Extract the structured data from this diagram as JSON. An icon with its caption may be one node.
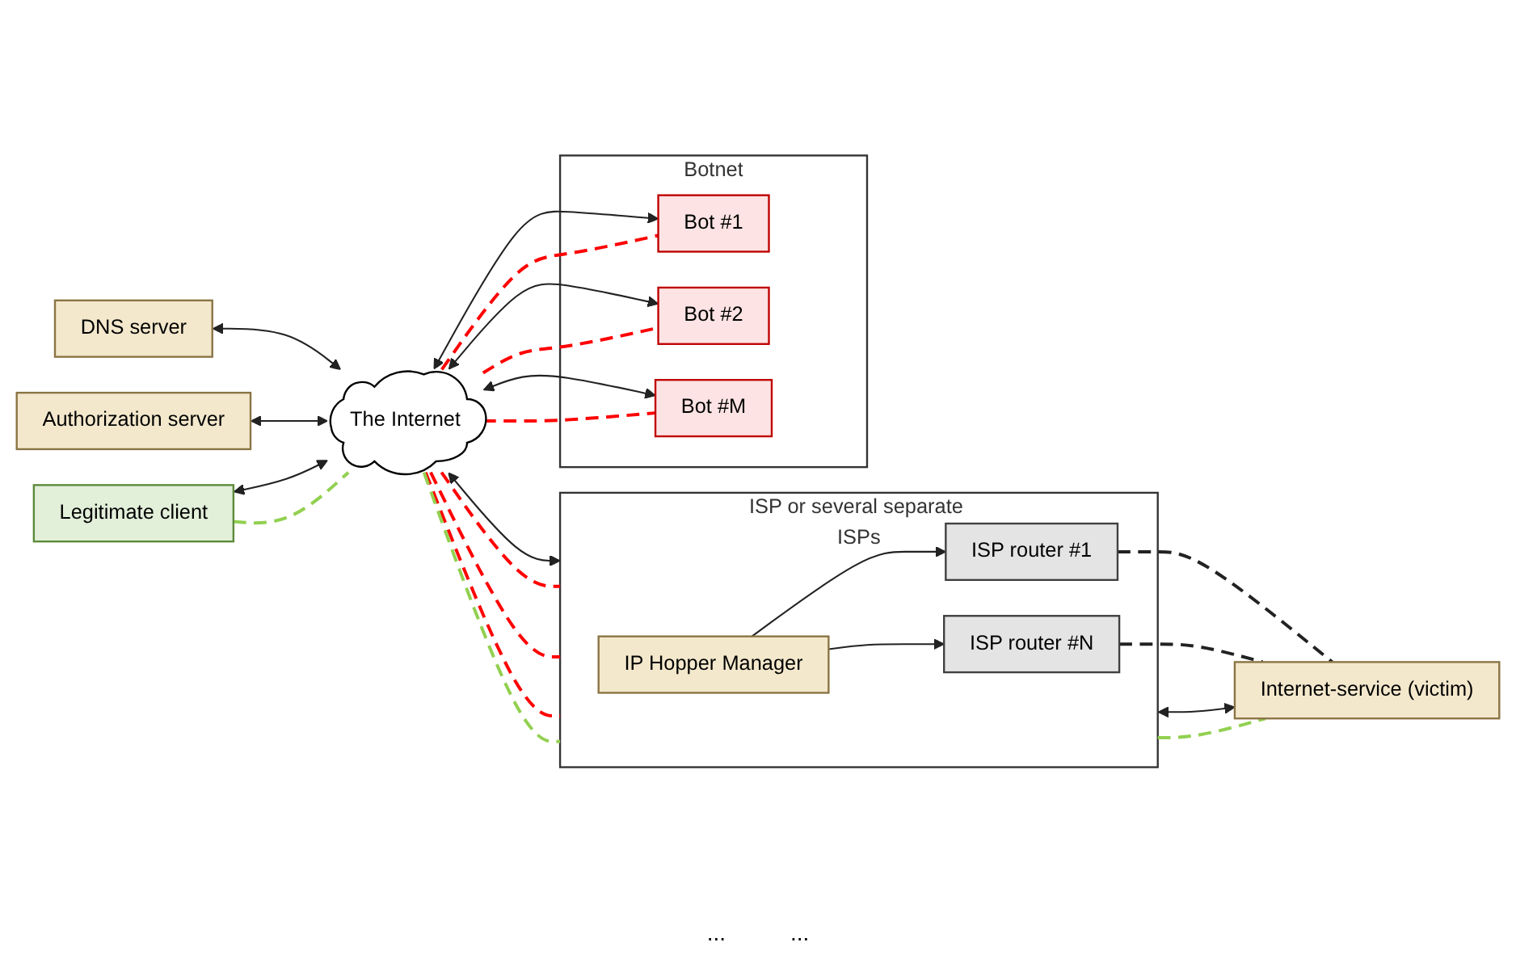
{
  "diagram": {
    "nodes": [
      {
        "text": [
          "DNS server"
        ]
      },
      {
        "text": [
          "Authorization server"
        ]
      },
      {
        "text": [
          "ISP or several separate ISPs"
        ]
      },
      {
        "text": [
          "ISP router #1"
        ],
        "in": 2
      },
      {
        "text": [
          "ISP router #N"
        ],
        "in": 2
      },
      {
        "text": [
          "IP Hopper Manager"
        ],
        "in": 2
      },
      {
        "text": [
          "Legitimate client"
        ]
      },
      {
        "text": [
          "The Internet"
        ]
      },
      {
        "text": [
          "Internet-service (victim)"
        ]
      },
      {
        "text": [
          "Botnet"
        ]
      },
      {
        "text": [
          "Bot #1"
        ],
        "in": 9
      },
      {
        "text": [
          "Bot #2"
        ],
        "in": 9
      },
      {
        "text": [
          "Bot #M"
        ],
        "in": 9
      }
    ],
    "edges": [
      {
        "from": 0,
        "to": 7,
        "arrow": "both"
      },
      {
        "from": 1,
        "to": 7,
        "arrow": "both"
      },
      {
        "from": 6,
        "to": 7,
        "arrow": "both"
      },
      {
        "from": 6,
        "to": 7,
        "arrow": "none",
        "style": "dashed",
        "color": "#92d050"
      },
      {
        "from": 7,
        "to": 2,
        "arrow": "both"
      },
      {
        "from": 7,
        "to": 2,
        "arrow": "none",
        "style": "dashed",
        "color": "#ff0000"
      },
      {
        "from": 7,
        "to": 2,
        "arrow": "none",
        "style": "dashed",
        "color": "#ff0000"
      },
      {
        "from": 7,
        "to": 2,
        "arrow": "none",
        "style": "dashed",
        "color": "#ff0000"
      },
      {
        "from": 7,
        "to": 2,
        "arrow": "none",
        "style": "dashed",
        "color": "#92d050"
      },
      {
        "from": 2,
        "to": 8,
        "arrow": "both"
      },
      {
        "from": 2,
        "to": 8,
        "arrow": "none",
        "style": "dashed",
        "color": "#92d050"
      },
      {
        "from": 5,
        "to": 3,
        "arrow": "to"
      },
      {
        "from": 5,
        "to": 4,
        "arrow": "to"
      },
      {
        "from": 3,
        "to": 8,
        "arrow": "none",
        "style": "dashed"
      },
      {
        "from": 4,
        "to": 8,
        "arrow": "none",
        "style": "dashed"
      },
      {
        "from": 7,
        "to": 10,
        "arrow": "both"
      },
      {
        "from": 7,
        "to": 11,
        "arrow": "both"
      },
      {
        "from": 7,
        "to": 12,
        "arrow": "both"
      },
      {
        "from": 7,
        "to": 10,
        "arrow": "none",
        "style": "dashed",
        "color": "#ff0000"
      },
      {
        "from": 7,
        "to": 11,
        "arrow": "none",
        "style": "dashed",
        "color": "#ff0000"
      },
      {
        "from": 7,
        "to": 12,
        "arrow": "none",
        "style": "dashed",
        "color": "#ff0000"
      }
    ],
    "labels": [
      "...",
      "..."
    ]
  }
}
